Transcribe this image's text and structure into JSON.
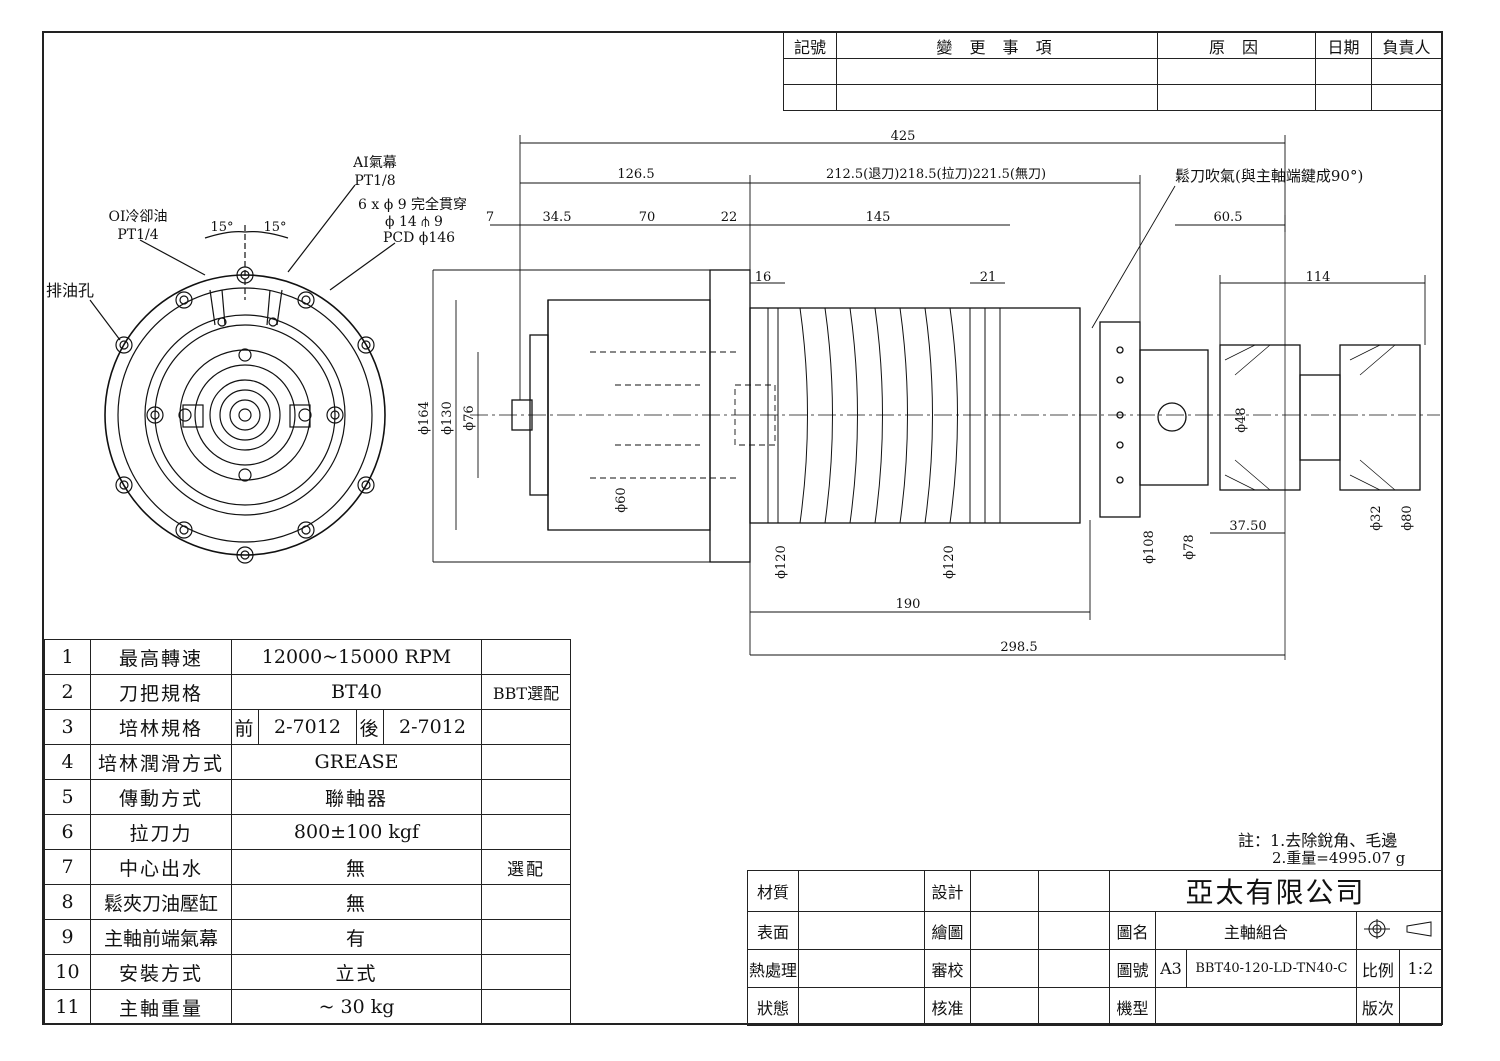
{
  "revision_table": {
    "headers": [
      "記號",
      "變 更 事 項",
      "原 因",
      "日期",
      "負責人"
    ]
  },
  "dimensions": {
    "d425": "425",
    "d126_5": "126.5",
    "d212": "212.5(退刀)218.5(拉刀)221.5(無刀)",
    "d7": "7",
    "d34_5": "34.5",
    "d70": "70",
    "d22": "22",
    "d145": "145",
    "d60_5": "60.5",
    "d114": "114",
    "d16": "16",
    "d21": "21",
    "d190": "190",
    "d298_5": "298.5",
    "d37_50": "37.50",
    "phi164": "ϕ164",
    "phi130": "ϕ130",
    "phi76": "ϕ76",
    "phi60": "ϕ60",
    "phi120a": "ϕ120",
    "phi120b": "ϕ120",
    "phi108": "ϕ108",
    "phi78": "ϕ78",
    "phi48": "ϕ48",
    "phi32": "ϕ32",
    "phi80": "ϕ80"
  },
  "annotations": {
    "ai_air": "AI氣幕",
    "ai_pt": "PT1/8",
    "hole1": "6 x ϕ 9 完全貫穿",
    "hole2": "ϕ 14 ⫛ 9",
    "hole3": "PCD ϕ146",
    "oil1": "OI冷卻油",
    "oil2": "PT1/4",
    "angle1": "15°",
    "angle2": "15°",
    "drain": "排油孔",
    "release_air": "鬆刀吹氣(與主軸端鍵成90°)",
    "note1": "註：1.去除銳角、毛邊",
    "note2": "2.重量=4995.07 g"
  },
  "spec_table": [
    {
      "no": "1",
      "item": "最高轉速",
      "value": "12000~15000 RPM",
      "extra": ""
    },
    {
      "no": "2",
      "item": "刀把規格",
      "value": "BT40",
      "extra": "BBT選配"
    },
    {
      "no": "3",
      "item": "培林規格",
      "front_label": "前",
      "front": "2-7012",
      "rear_label": "後",
      "rear": "2-7012",
      "extra": ""
    },
    {
      "no": "4",
      "item": "培林潤滑方式",
      "value": "GREASE",
      "extra": ""
    },
    {
      "no": "5",
      "item": "傳動方式",
      "value": "聯軸器",
      "extra": ""
    },
    {
      "no": "6",
      "item": "拉刀力",
      "value": "800±100 kgf",
      "extra": ""
    },
    {
      "no": "7",
      "item": "中心出水",
      "value": "無",
      "extra": "選配"
    },
    {
      "no": "8",
      "item": "鬆夾刀油壓缸",
      "value": "無",
      "extra": ""
    },
    {
      "no": "9",
      "item": "主軸前端氣幕",
      "value": "有",
      "extra": ""
    },
    {
      "no": "10",
      "item": "安裝方式",
      "value": "立式",
      "extra": ""
    },
    {
      "no": "11",
      "item": "主軸重量",
      "value": "~ 30 kg",
      "extra": ""
    }
  ],
  "title_block": {
    "material": "材質",
    "surface": "表面",
    "heat": "熱處理",
    "state": "狀態",
    "design": "設計",
    "draw": "繪圖",
    "review": "審校",
    "approve": "核准",
    "company": "亞太有限公司",
    "name_label": "圖名",
    "name_value": "主軸組合",
    "no_label": "圖號",
    "size": "A3",
    "no_value": "BBT40-120-LD-TN40-C",
    "scale_label": "比例",
    "scale_value": "1:2",
    "model_label": "機型",
    "version_label": "版次"
  }
}
